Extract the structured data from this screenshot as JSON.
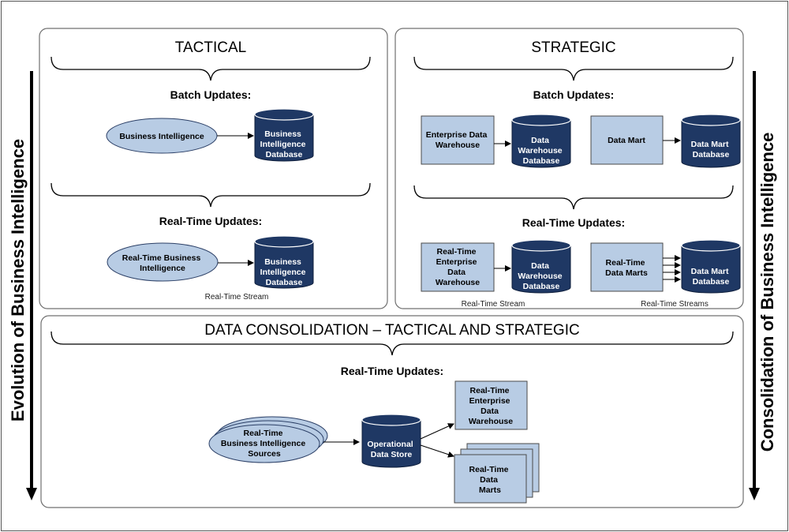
{
  "side_labels": {
    "left": "Evolution of Business Intelligence",
    "right": "Consolidation of Business Intelligence"
  },
  "tactical": {
    "title": "TACTICAL",
    "batch_title": "Batch Updates:",
    "batch_source": [
      "Business Intelligence"
    ],
    "batch_db": [
      "Business",
      "Intelligence",
      "Database"
    ],
    "rt_title": "Real-Time Updates:",
    "rt_source": [
      "Real-Time Business",
      "Intelligence"
    ],
    "rt_db": [
      "Business",
      "Intelligence",
      "Database"
    ],
    "rt_caption": "Real-Time Stream"
  },
  "strategic": {
    "title": "STRATEGIC",
    "batch_title": "Batch Updates:",
    "batch_edw": [
      "Enterprise Data",
      "Warehouse"
    ],
    "batch_edw_db": [
      "Data",
      "Warehouse",
      "Database"
    ],
    "batch_mart": [
      "Data Mart"
    ],
    "batch_mart_db": [
      "Data Mart",
      "Database"
    ],
    "rt_title": "Real-Time Updates:",
    "rt_edw": [
      "Real-Time",
      "Enterprise",
      "Data",
      "Warehouse"
    ],
    "rt_edw_db": [
      "Data",
      "Warehouse",
      "Database"
    ],
    "rt_edw_caption": "Real-Time Stream",
    "rt_mart": [
      "Real-Time",
      "Data Marts"
    ],
    "rt_mart_db": [
      "Data Mart",
      "Database"
    ],
    "rt_mart_caption": "Real-Time Streams"
  },
  "consolidation": {
    "title": "DATA CONSOLIDATION – TACTICAL AND STRATEGIC",
    "rt_title": "Real-Time Updates:",
    "sources": [
      "Real-Time",
      "Business Intelligence",
      "Sources"
    ],
    "ods": [
      "Operational",
      "Data Store"
    ],
    "edw": [
      "Real-Time",
      "Enterprise",
      "Data",
      "Warehouse"
    ],
    "marts": [
      "Real-Time",
      "Data",
      "Marts"
    ]
  },
  "colors": {
    "box_fill": "#b8cce4",
    "database_fill": "#1f3864"
  }
}
